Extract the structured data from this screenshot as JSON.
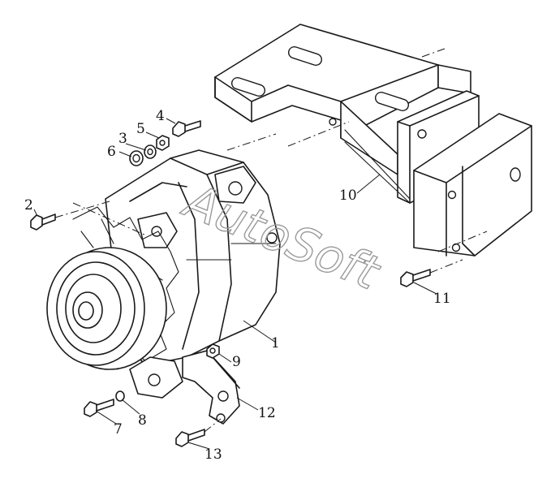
{
  "watermark": "AutoSoft",
  "callouts": [
    "1",
    "2",
    "3",
    "4",
    "5",
    "6",
    "7",
    "8",
    "9",
    "10",
    "11",
    "12",
    "13"
  ],
  "parts": [
    {
      "label": "1",
      "name": "alternator"
    },
    {
      "label": "2",
      "name": "bolt"
    },
    {
      "label": "3",
      "name": "washer"
    },
    {
      "label": "4",
      "name": "bolt"
    },
    {
      "label": "5",
      "name": "nut"
    },
    {
      "label": "6",
      "name": "washer"
    },
    {
      "label": "7",
      "name": "bolt"
    },
    {
      "label": "8",
      "name": "washer"
    },
    {
      "label": "9",
      "name": "nut"
    },
    {
      "label": "10",
      "name": "mounting-bracket"
    },
    {
      "label": "11",
      "name": "bolt"
    },
    {
      "label": "12",
      "name": "adjusting-link"
    },
    {
      "label": "13",
      "name": "bolt"
    }
  ]
}
